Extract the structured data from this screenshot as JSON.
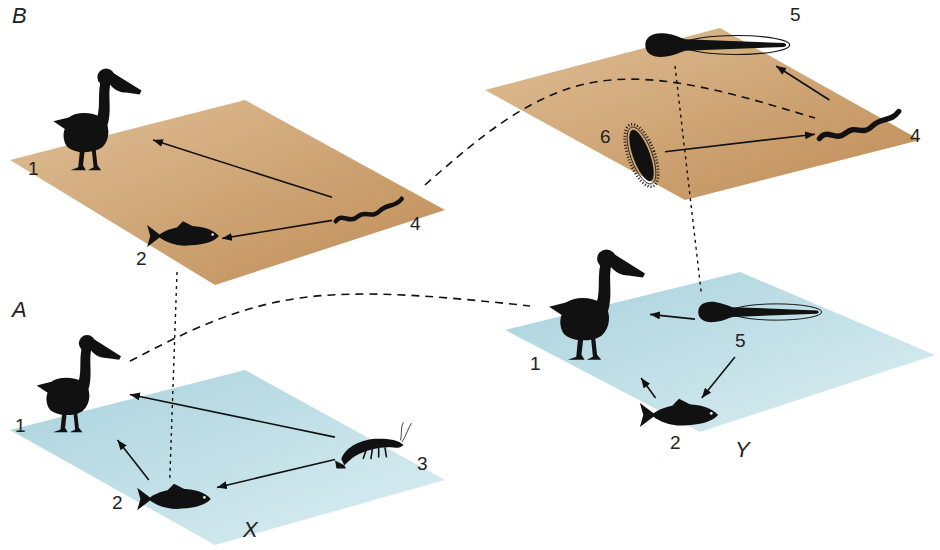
{
  "diagram": {
    "nodes": [
      {
        "text": [
          "1"
        ]
      },
      {
        "text": [
          "2"
        ]
      },
      {
        "text": [
          "4"
        ]
      },
      {
        "text": [
          "1"
        ]
      },
      {
        "text": [
          "2"
        ]
      },
      {
        "text": [
          "3"
        ]
      },
      {
        "text": [
          "5"
        ]
      },
      {
        "text": [
          "6"
        ]
      },
      {
        "text": [
          "4"
        ]
      },
      {
        "text": [
          "1"
        ]
      },
      {
        "text": [
          "5"
        ]
      },
      {
        "text": [
          "2"
        ]
      }
    ],
    "edges": [
      {
        "from": 2,
        "to": 0,
        "arrow": "to"
      },
      {
        "from": 2,
        "to": 1,
        "arrow": "to"
      },
      {
        "from": 5,
        "to": 3,
        "arrow": "to"
      },
      {
        "from": 5,
        "to": 4,
        "arrow": "to"
      },
      {
        "from": 4,
        "to": 3,
        "arrow": "to"
      },
      {
        "from": 7,
        "to": 8,
        "arrow": "to"
      },
      {
        "from": 8,
        "to": 6,
        "arrow": "to"
      },
      {
        "from": 10,
        "to": 9,
        "arrow": "to"
      },
      {
        "from": 10,
        "to": 11,
        "arrow": "to"
      },
      {
        "from": 11,
        "to": 9,
        "arrow": "to"
      },
      {
        "from": 1,
        "to": 4,
        "arrow": "none"
      },
      {
        "from": 2,
        "to": 8,
        "arrow": "none"
      },
      {
        "from": 3,
        "to": 9,
        "arrow": "none"
      },
      {
        "from": 6,
        "to": 10,
        "arrow": "none"
      }
    ],
    "labels": [
      "B",
      "A",
      "X",
      "Y"
    ]
  }
}
